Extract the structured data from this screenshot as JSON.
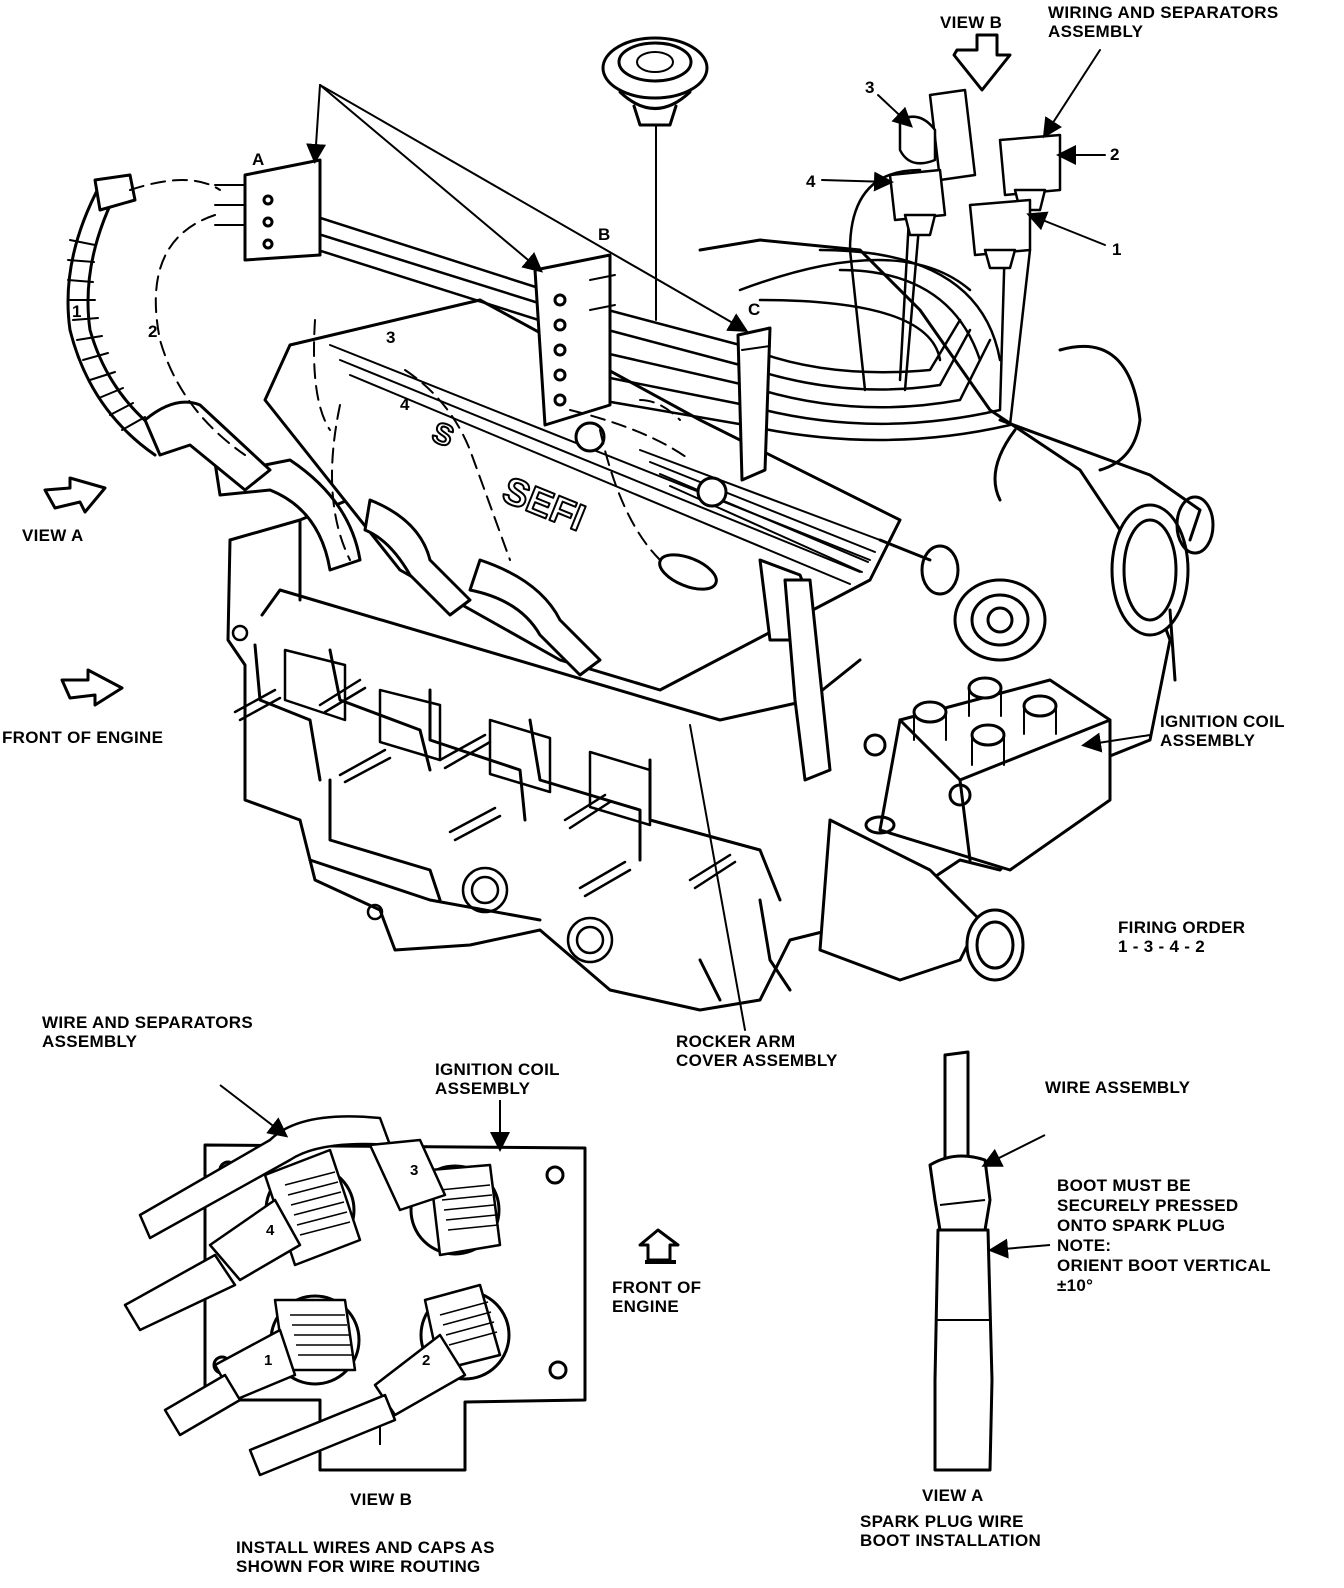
{
  "labels": {
    "view_b_top": "VIEW B",
    "wiring_separators_top": [
      "WIRING AND SEPARATORS",
      "ASSEMBLY"
    ],
    "view_a_left": "VIEW A",
    "front_of_engine_left": "FRONT OF ENGINE",
    "ignition_coil_right": [
      "IGNITION COIL",
      "ASSEMBLY"
    ],
    "firing_order": [
      "FIRING ORDER",
      "1 - 3 - 4 - 2"
    ],
    "rocker_arm_cover": [
      "ROCKER ARM",
      "COVER ASSEMBLY"
    ],
    "wire_separators_bottom": [
      "WIRE AND SEPARATORS",
      "ASSEMBLY"
    ],
    "ignition_coil_bottom": [
      "IGNITION COIL",
      "ASSEMBLY"
    ],
    "front_of_engine_bottom": [
      "FRONT OF",
      "ENGINE"
    ],
    "view_b_bottom": "VIEW B",
    "install_note": [
      "INSTALL WIRES AND CAPS AS",
      "SHOWN FOR WIRE ROUTING"
    ],
    "wire_assembly": "WIRE ASSEMBLY",
    "boot_note": [
      "BOOT MUST BE",
      "SECURELY PRESSED",
      "ONTO SPARK PLUG",
      "NOTE:",
      "ORIENT BOOT VERTICAL",
      "±10°"
    ],
    "view_a_bottom": "VIEW A",
    "boot_installation": [
      "SPARK PLUG WIRE",
      "BOOT INSTALLATION"
    ]
  },
  "callouts": {
    "separator_a": "A",
    "separator_b": "B",
    "separator_c": "C",
    "top_wire_1": "1",
    "top_wire_2": "2",
    "top_wire_3": "3",
    "top_wire_4": "4",
    "left_wire_1": "1",
    "left_wire_2": "2",
    "head_wire_3": "3",
    "head_wire_4": "4",
    "coil_wire_1": "1",
    "coil_wire_2": "2",
    "coil_wire_3": "3",
    "coil_wire_4": "4"
  }
}
